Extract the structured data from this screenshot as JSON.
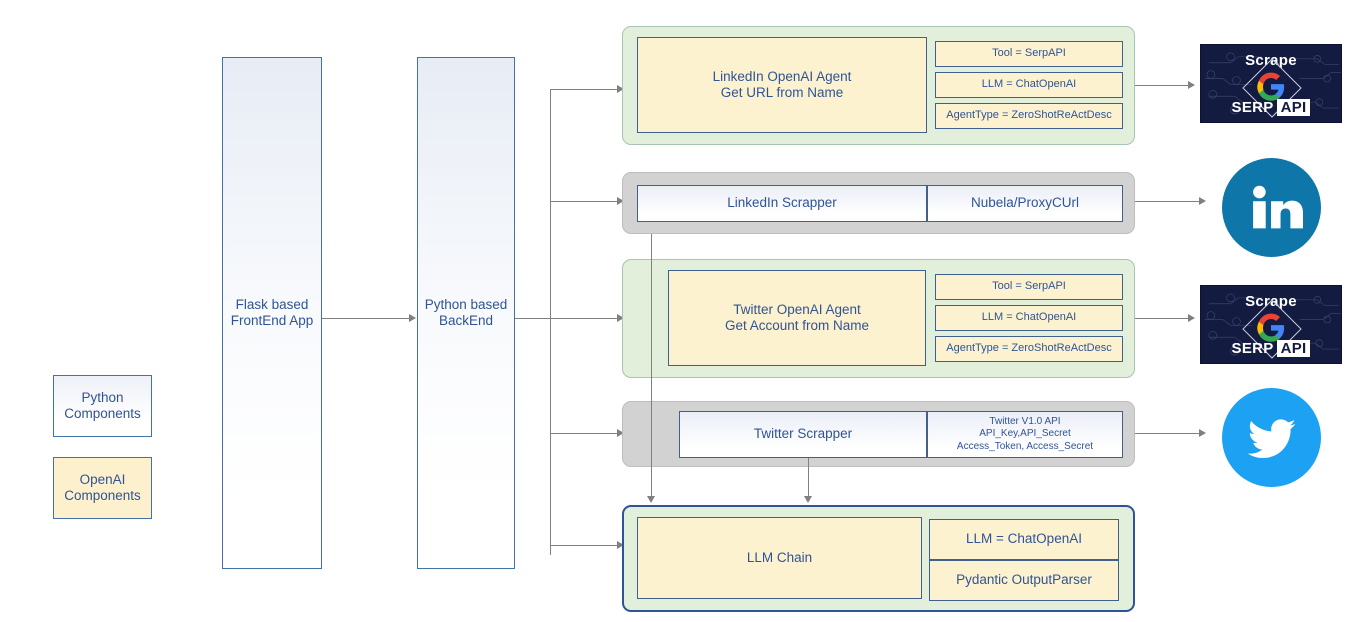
{
  "legend": {
    "items": [
      {
        "label": "Python\nComponents",
        "kind": "python"
      },
      {
        "label": "OpenAI\nComponents",
        "kind": "openai"
      }
    ]
  },
  "pillars": [
    {
      "label": "Flask based\nFrontEnd App"
    },
    {
      "label": "Python based\nBackEnd"
    }
  ],
  "rows": [
    {
      "id": "linkedin-agent",
      "container": "green",
      "main": "LinkedIn OpenAI Agent\nGet URL from Name",
      "configs": [
        "Tool = SerpAPI",
        "LLM = ChatOpenAI",
        "AgentType = ZeroShotReActDesc"
      ],
      "logo": "serpapi"
    },
    {
      "id": "linkedin-scrapper",
      "container": "gray",
      "main": "LinkedIn Scrapper",
      "side": "Nubela/ProxyCUrl",
      "logo": "linkedin"
    },
    {
      "id": "twitter-agent",
      "container": "green",
      "main": "Twitter OpenAI Agent\nGet Account from Name",
      "configs": [
        "Tool = SerpAPI",
        "LLM = ChatOpenAI",
        "AgentType = ZeroShotReActDesc"
      ],
      "logo": "serpapi"
    },
    {
      "id": "twitter-scrapper",
      "container": "gray",
      "main": "Twitter Scrapper",
      "side": "Twitter V1.0 API\nAPI_Key,API_Secret\nAccess_Token, Access_Secret",
      "logo": "twitter"
    },
    {
      "id": "llm-chain",
      "container": "green-strong",
      "main": "LLM Chain",
      "stacked": [
        "LLM = ChatOpenAI",
        "Pydantic OutputParser"
      ],
      "logo": null
    }
  ],
  "logos": {
    "serpapi": {
      "scrape": "Scrape",
      "serp": "SERP",
      "api": "API"
    },
    "linkedin": {
      "mark": "in"
    },
    "twitter": {
      "mark": "twitter-bird"
    }
  },
  "colors": {
    "text_blue": "#2f5496",
    "panel_border": "#41608f",
    "group_green": "#e2efda",
    "group_gray": "#d2d2d2",
    "panel_cream": "#fdf2cf",
    "connector": "#808080",
    "serp_bg": "#141b40",
    "linkedin_blue": "#0e76a8",
    "twitter_blue": "#1da1f2"
  }
}
